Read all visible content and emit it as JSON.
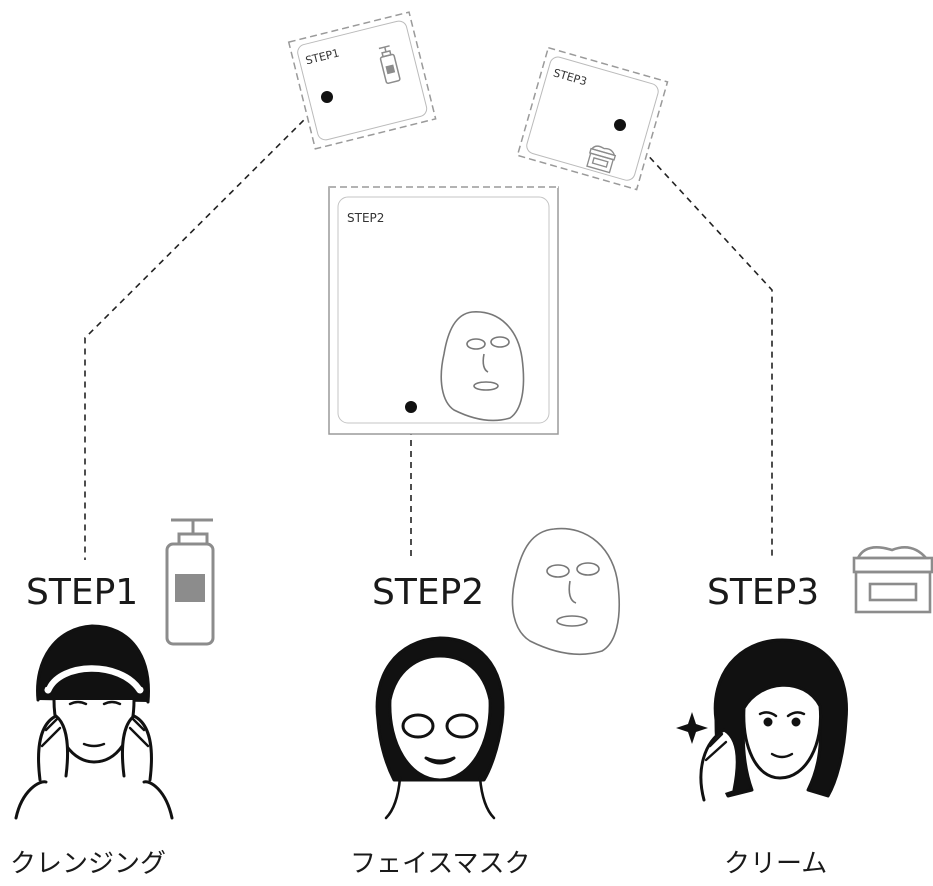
{
  "packets": [
    {
      "label": "STEP1",
      "icon": "pump-bottle-icon"
    },
    {
      "label": "STEP2",
      "icon": "face-mask-icon"
    },
    {
      "label": "STEP3",
      "icon": "cream-jar-icon"
    }
  ],
  "steps": [
    {
      "label": "STEP1",
      "caption": "クレンジング",
      "icon": "pump-bottle-icon",
      "figure": "woman-cleansing-face"
    },
    {
      "label": "STEP2",
      "caption": "フェイスマスク",
      "icon": "face-mask-icon",
      "figure": "woman-wearing-mask"
    },
    {
      "label": "STEP3",
      "caption": "クリーム",
      "icon": "cream-jar-icon",
      "figure": "woman-applying-cream"
    }
  ],
  "colors": {
    "line": "#222222",
    "packet_border": "#9a9a9a",
    "icon_gray": "#8c8c8c",
    "ink": "#1a1a1a"
  }
}
